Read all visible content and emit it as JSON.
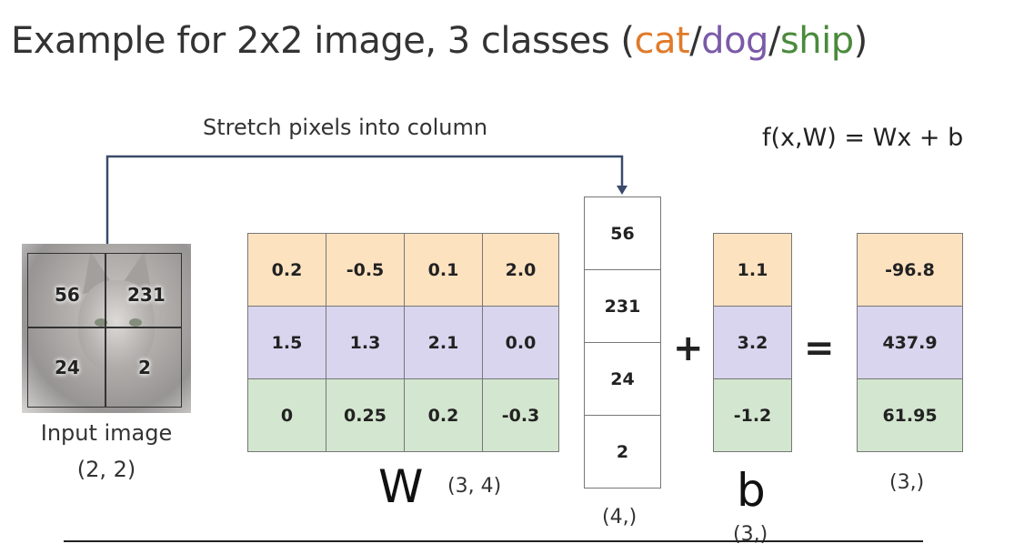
{
  "title": {
    "prefix": "Example for 2x2 image, 3 classes (",
    "class1": "cat",
    "sep1": "/",
    "class2": "dog",
    "sep2": "/",
    "class3": "ship",
    "suffix": ")"
  },
  "colors": {
    "cat": "#e07b2a",
    "dog": "#7a5aa8",
    "ship": "#4a8a3c",
    "row_cat": "#fde2c0",
    "row_dog": "#d9d5ee",
    "row_ship": "#d3e6cf"
  },
  "stretch_label": "Stretch pixels into column",
  "formula": "f(x,W) = Wx + b",
  "input_image": {
    "pixels": [
      "56",
      "231",
      "24",
      "2"
    ],
    "caption_line1": "Input image",
    "caption_line2": "(2, 2)"
  },
  "W": {
    "rows": [
      [
        "0.2",
        "-0.5",
        "0.1",
        "2.0"
      ],
      [
        "1.5",
        "1.3",
        "2.1",
        "0.0"
      ],
      [
        "0",
        "0.25",
        "0.2",
        "-0.3"
      ]
    ],
    "letter": "W",
    "shape": "(3, 4)"
  },
  "x": {
    "values": [
      "56",
      "231",
      "24",
      "2"
    ],
    "shape": "(4,)"
  },
  "plus": "+",
  "b": {
    "values": [
      "1.1",
      "3.2",
      "-1.2"
    ],
    "letter": "b",
    "shape": "(3,)"
  },
  "equals": "=",
  "scores": {
    "values": [
      "-96.8",
      "437.9",
      "61.95"
    ],
    "shape": "(3,)"
  },
  "icons": {
    "cat_photo": "cat-photo-icon",
    "arrow": "down-arrow-icon"
  }
}
